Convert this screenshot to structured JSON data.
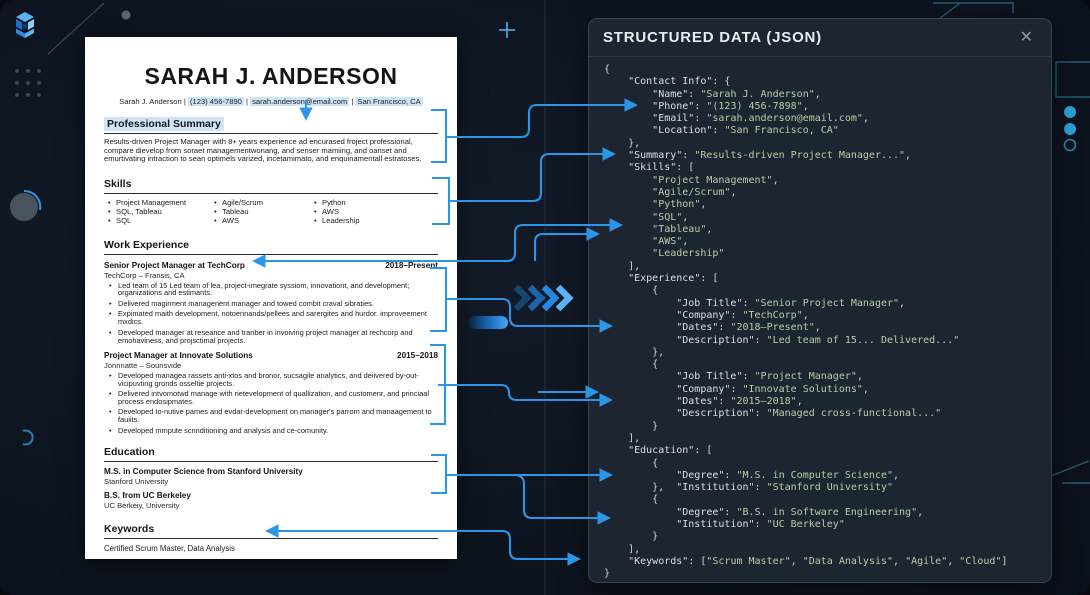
{
  "colors": {
    "accent": "#2b95e8",
    "highlight": "#cfe4f8",
    "json_key": "#d8dfe8",
    "json_value": "#b5cea8",
    "panel_bg": "#1d2531",
    "teal_trace": "#21607a"
  },
  "icons": {
    "close": "✕",
    "plus": "+",
    "cube_logo": "cube",
    "fast_forward_chevrons": ">>>"
  },
  "resume": {
    "name": "SARAH J. ANDERSON",
    "contact": {
      "name": "Sarah J. Anderson",
      "separator": "|",
      "phone": "(123) 456-7890",
      "email": "sarah.anderson@email.com",
      "location": "San Francisco, CA"
    },
    "sections": {
      "summary": {
        "heading": "Professional Summary",
        "text": "Results-driven Project Manager with 8+ years experience ad encurased froject professional, compare dievelop from soraet managementwonang, and senser mamiing, and oanset and emurtivating intraction to sean optimels varized, incetamimato, and enquinamentall estratoses."
      },
      "skills": {
        "heading": "Skills",
        "columns": [
          [
            "Project Management",
            "SQL, Tableau",
            "SQL"
          ],
          [
            "Agile/Scrum",
            "Tableau",
            "AWS"
          ],
          [
            "Python",
            "AWS",
            "Leadership"
          ]
        ]
      },
      "experience": {
        "heading": "Work Experience",
        "jobs": [
          {
            "title": "Senior Project Manager at TechCorp",
            "dates": "2018–Present",
            "subtitle": "TechCorp – Fransis, CA",
            "bullets": [
              "Led team of 15 Led team of lea, project-imegrate syssiom, innovationt, and development; organizations and estimants.",
              "Delivered magirment managenent manager and towed combit craval sibraties.",
              "Expimated maith development, notoennands/pellees and sarergites and hurdor. improveement mxdics.",
              "Developed manager at reseance and tranber in invoiving project manager at rechcorp and emohaviness, and projsctimal projects."
            ]
          },
          {
            "title": "Project Manager at Innovate Solutions",
            "dates": "2015–2018",
            "subtitle": "Jonnnatte – Sounsvide",
            "bullets": [
              "Developed managea rassets anti-xtos and bronor, sucsagile analytics, and deiivered by-out-vicipuvting gronds osseltie projects.",
              "Delivered intvomotwd manage with rietevelopment of quallization, and customenr, and princiaal process endosipmates.",
              "Developed to-nutive pames and evdar-development on manager's parrom and manaagement to fauiits.",
              "Developed mmpute scnnditioning and analysis and ce-comunity."
            ]
          }
        ]
      },
      "education": {
        "heading": "Education",
        "entries": [
          {
            "degree": "M.S. in Computer Science from Stanford University",
            "institution": "Stanford University"
          },
          {
            "degree": "B.S. from UC Berkeley",
            "institution": "UC Berkeiy, University"
          }
        ]
      },
      "keywords": {
        "heading": "Keywords",
        "text": "Certified Scrum Master, Data Analysis"
      }
    }
  },
  "panel": {
    "title": "STRUCTURED DATA (JSON)",
    "json_lines": [
      "{",
      "    \"Contact Info\": {",
      "        \"Name\": \"Sarah J. Anderson\",",
      "        \"Phone\": \"(123) 456-7898\",",
      "        \"Email\": \"sarah.anderson@email.com\",",
      "        \"Location\": \"San Francisco, CA\"",
      "    },",
      "    \"Summary\": \"Results-driven Project Manager...\",",
      "    \"Skills\": [",
      "        \"Project Management\",",
      "        \"Agile/Scrum\",",
      "        \"Python\",",
      "        \"SQL\",",
      "        \"Tableau\",",
      "        \"AWS\",",
      "        \"Leadership\"",
      "    ],",
      "    \"Experience\": [",
      "        {",
      "            \"Job Title\": \"Senior Project Manager\",",
      "            \"Company\": \"TechCorp\",",
      "            \"Dates\": \"2018–Present\",",
      "            \"Description\": \"Led team of 15... Delivered...\"",
      "        },",
      "        {",
      "            \"Job Title\": \"Project Manager\",",
      "            \"Company\": \"Innovate Solutions\",",
      "            \"Dates\": \"2015–2018\",",
      "            \"Description\": \"Managed cross-functional...\"",
      "        }",
      "    ],",
      "    \"Education\": [",
      "        {",
      "            \"Degree\": \"M.S. in Computer Science\",",
      "        },  \"Institution\": \"Stanford University\"",
      "        {",
      "            \"Degree\": \"B.S. in Software Engineering\",",
      "            \"Institution\": \"UC Berkeley\"",
      "        }",
      "    ],",
      "    \"Keywords\": [\"Scrum Master\", \"Data Analysis\", \"Agile\", \"Cloud\"]",
      "}"
    ]
  }
}
